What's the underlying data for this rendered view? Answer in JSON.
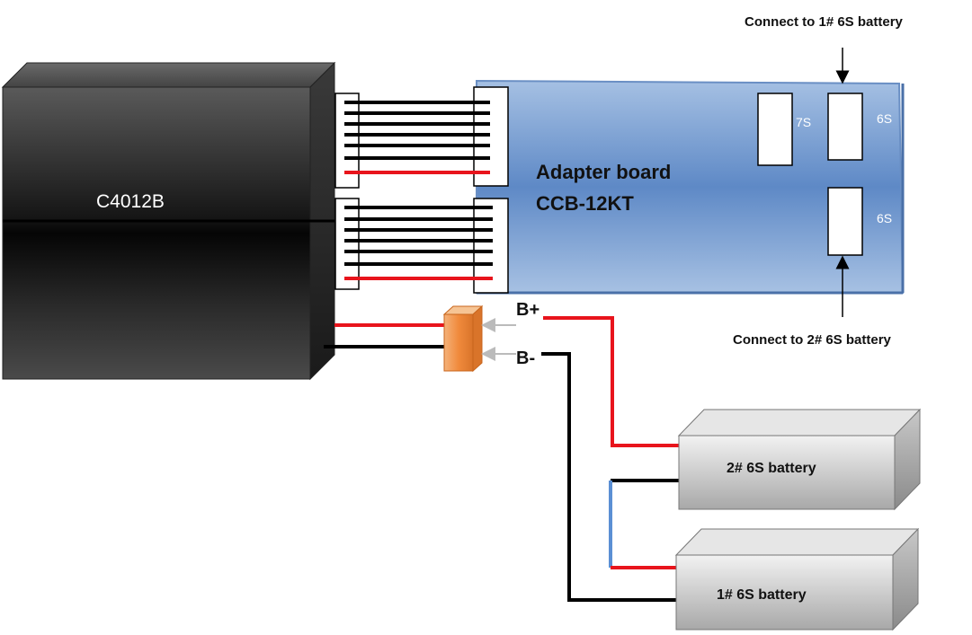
{
  "charger": {
    "label": "C4012B"
  },
  "adapter": {
    "line1": "Adapter board",
    "line2": "CCB-12KT",
    "port_7s": "7S",
    "port_6s_top": "6S",
    "port_6s_bottom": "6S"
  },
  "terminals": {
    "b_plus": "B+",
    "b_minus": "B-"
  },
  "annotations": {
    "connect_1": "Connect to 1# 6S battery",
    "connect_2": "Connect to 2# 6S battery"
  },
  "batteries": [
    {
      "label": "2# 6S battery"
    },
    {
      "label": "1# 6S battery"
    }
  ],
  "colors": {
    "wire_red": "#e8141c",
    "wire_black": "#000000",
    "wire_blue": "#5b8fd4",
    "board_blue": "#6f97cf",
    "connector_orange": "#f08a3c"
  }
}
